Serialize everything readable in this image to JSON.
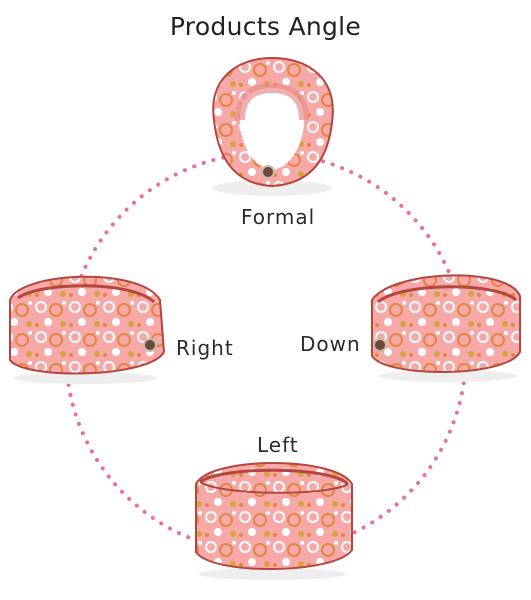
{
  "title": "Products Angle",
  "views": {
    "formal": "Formal",
    "right": "Right",
    "down": "Down",
    "left": "Left"
  },
  "colors": {
    "pillow": "#f6a9a8",
    "pillow_shade": "#e98f8e",
    "piping": "#b5463e",
    "dots": "#ea6fa0",
    "accent_orange": "#e2873f",
    "accent_gold": "#d8a23c"
  }
}
